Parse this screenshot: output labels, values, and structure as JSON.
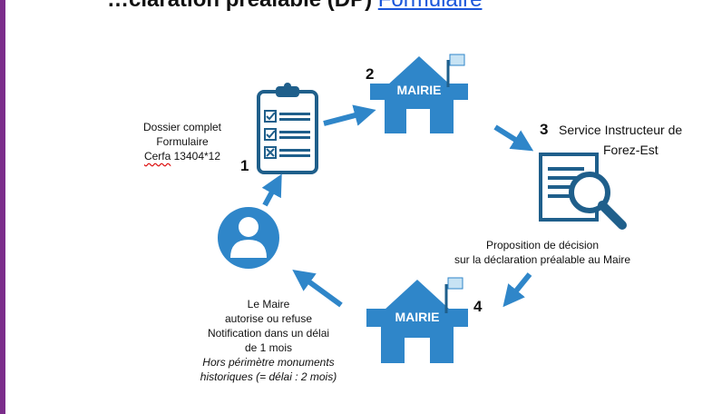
{
  "header": {
    "title_visible": "…claration préalable (DP)",
    "link_visible": "Formulaire"
  },
  "colors": {
    "primary_blue": "#2f86c9",
    "accent_bar": "#7b2d8b",
    "icon_dark": "#1f5f8b"
  },
  "steps": [
    {
      "number": "1",
      "lines": [
        "Dossier complet",
        "Formulaire",
        "Cerfa 13404*12"
      ]
    },
    {
      "number": "2",
      "building_label": "MAIRIE"
    },
    {
      "number": "3",
      "service_line1": "Service Instructeur de",
      "service_line2": "Forez-Est"
    },
    {
      "number": "4",
      "building_label": "MAIRIE"
    }
  ],
  "proposal": {
    "line1": "Proposition de décision",
    "line2": "sur la déclaration préalable au Maire"
  },
  "maire_decision": {
    "line1": "Le Maire",
    "line2": "autorise ou refuse",
    "line3": "Notification dans un délai",
    "line4": "de 1 mois",
    "line5": "Hors périmètre monuments",
    "line6": "historiques (= délai : 2 mois)"
  }
}
